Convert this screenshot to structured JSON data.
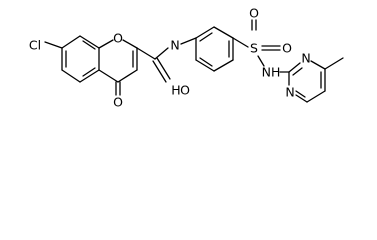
{
  "molecule": {
    "atom_labels": {
      "chlorine": "Cl",
      "ring_oxygen": "O",
      "ketone_oxygen": "O",
      "amide_nitrogen": "N",
      "amide_hydrogen": "H",
      "amide_oxygen": "O",
      "sulfonyl_sulfur": "S",
      "sulfonyl_oxygen_left": "O",
      "sulfonyl_oxygen_right": "O",
      "sulfonamide_nh": "NH",
      "pyrimidine_n3": "N",
      "pyrimidine_n1": "N"
    }
  }
}
